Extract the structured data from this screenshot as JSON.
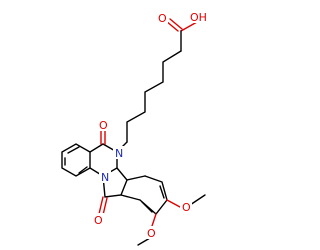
{
  "molecule": {
    "atoms": {
      "acid_oh": "OH",
      "acid_o": "O",
      "ketone_o1": "O",
      "ketone_o2": "O",
      "n1": "N",
      "n2": "N",
      "ome_o1": "O",
      "ome_o2": "O"
    }
  },
  "colors": {
    "oxygen": "#e00000",
    "nitrogen": "#1f2db3",
    "bond": "#000000",
    "background": "#ffffff"
  }
}
